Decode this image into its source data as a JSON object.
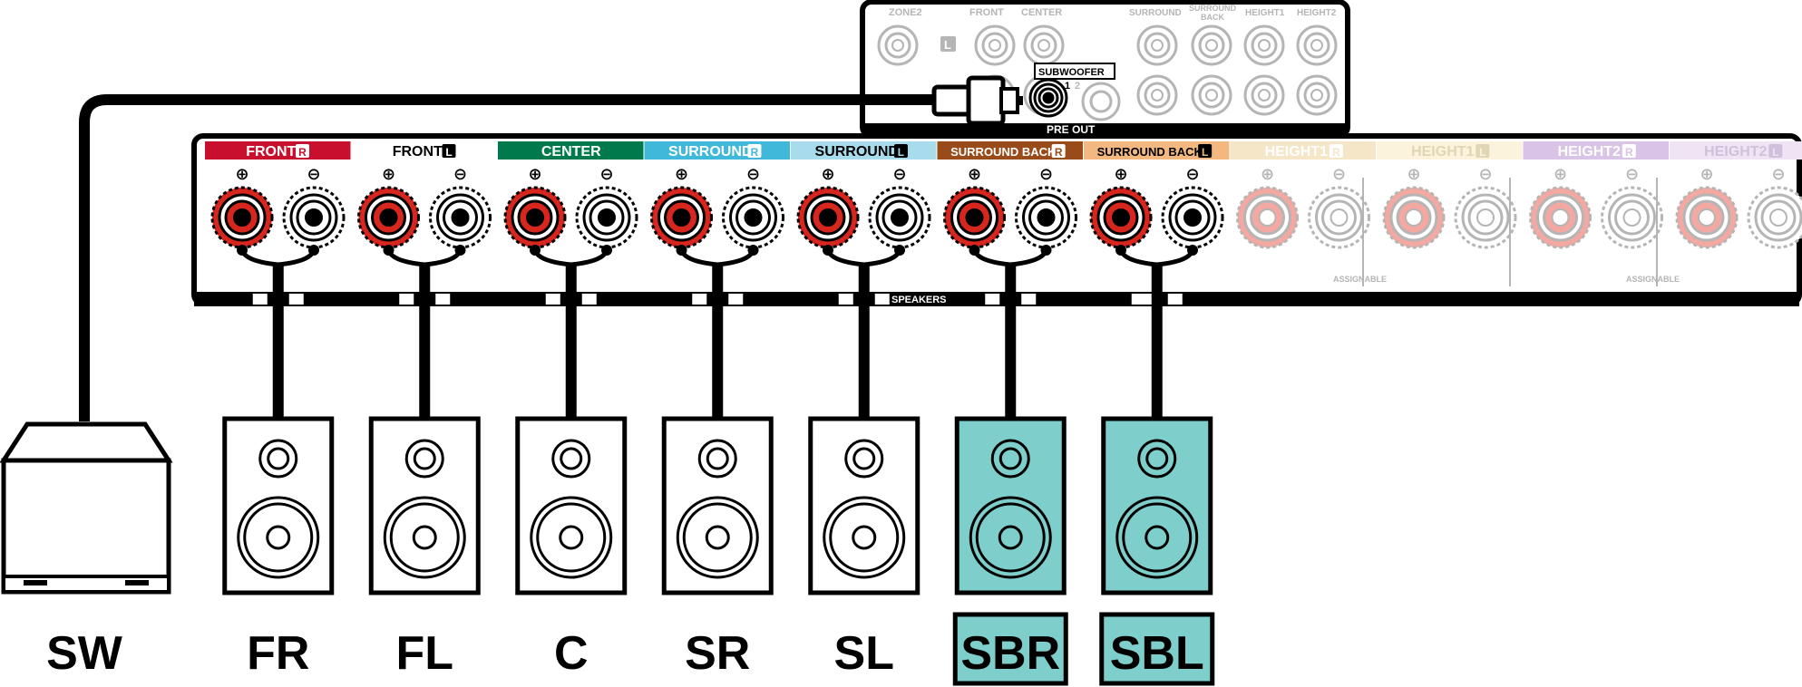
{
  "preout_panel": {
    "labels": [
      "ZONE2",
      "FRONT",
      "CENTER",
      "SURROUND",
      "SURROUND",
      "BACK",
      "HEIGHT1",
      "HEIGHT2"
    ],
    "l_badge": "L",
    "subwoofer_label": "SUBWOOFER",
    "sub_index_1": "1",
    "sub_index_2": "2",
    "pre_out_label": "PRE OUT"
  },
  "speaker_panel": {
    "channels": [
      {
        "name": "FRONT",
        "badge": "R",
        "color": "#c8102e",
        "text_color": "#ffffff",
        "faded": false
      },
      {
        "name": "FRONT",
        "badge": "L",
        "color": "#ffffff",
        "text_color": "#000000",
        "faded": false
      },
      {
        "name": "CENTER",
        "badge": "",
        "color": "#007a4d",
        "text_color": "#ffffff",
        "faded": false
      },
      {
        "name": "SURROUND",
        "badge": "R",
        "color": "#3fb8d9",
        "text_color": "#ffffff",
        "faded": false
      },
      {
        "name": "SURROUND",
        "badge": "L",
        "color": "#a8dcec",
        "text_color": "#000000",
        "faded": false
      },
      {
        "name": "SURROUND BACK",
        "badge": "R",
        "color": "#9a4b1a",
        "text_color": "#ffffff",
        "faded": false
      },
      {
        "name": "SURROUND BACK",
        "badge": "L",
        "color": "#f2b880",
        "text_color": "#000000",
        "faded": false
      },
      {
        "name": "HEIGHT1",
        "badge": "R",
        "color": "#f5e6c8",
        "text_color": "#ffffff",
        "faded": true
      },
      {
        "name": "HEIGHT1",
        "badge": "L",
        "color": "#fbf3dc",
        "text_color": "#e0d5b5",
        "faded": true
      },
      {
        "name": "HEIGHT2",
        "badge": "R",
        "color": "#d9c3e6",
        "text_color": "#ffffff",
        "faded": true
      },
      {
        "name": "HEIGHT2",
        "badge": "L",
        "color": "#efe4f4",
        "text_color": "#d0c0dc",
        "faded": true
      }
    ],
    "plus_symbol": "⊕",
    "minus_symbol": "⊖",
    "speakers_label": "SPEAKERS",
    "assignable_label": "ASSIGNABLE"
  },
  "speakers": [
    {
      "label": "SW",
      "type": "subwoofer",
      "highlighted": false
    },
    {
      "label": "FR",
      "type": "bookshelf",
      "highlighted": false
    },
    {
      "label": "FL",
      "type": "bookshelf",
      "highlighted": false
    },
    {
      "label": "C",
      "type": "bookshelf",
      "highlighted": false
    },
    {
      "label": "SR",
      "type": "bookshelf",
      "highlighted": false
    },
    {
      "label": "SL",
      "type": "bookshelf",
      "highlighted": false
    },
    {
      "label": "SBR",
      "type": "bookshelf",
      "highlighted": true
    },
    {
      "label": "SBL",
      "type": "bookshelf",
      "highlighted": true
    }
  ],
  "colors": {
    "highlight": "#7ecfcb",
    "terminal_red": "#d7261e",
    "cable": "#000000",
    "faded_outline": "#b5b5b5"
  }
}
